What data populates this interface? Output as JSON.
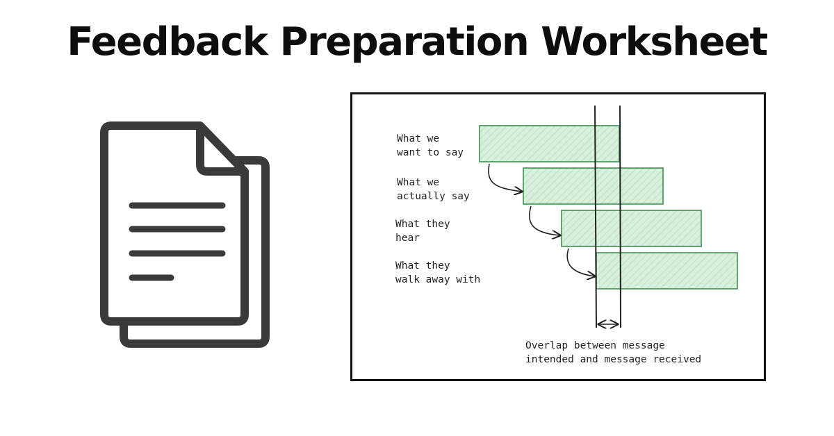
{
  "title": "Feedback Preparation Worksheet",
  "icons": {
    "document": "document-copy-icon"
  },
  "diagram": {
    "rows": [
      {
        "line1": "What we",
        "line2": "want to say"
      },
      {
        "line1": "What we",
        "line2": "actually say"
      },
      {
        "line1": "What they",
        "line2": "hear"
      },
      {
        "line1": "What they",
        "line2": "walk away with"
      }
    ],
    "caption_line1": "Overlap between message",
    "caption_line2": "intended and message received",
    "colors": {
      "bar_fill": "#d4eed9",
      "bar_stroke": "#3f8f52",
      "ink": "#222222"
    }
  }
}
